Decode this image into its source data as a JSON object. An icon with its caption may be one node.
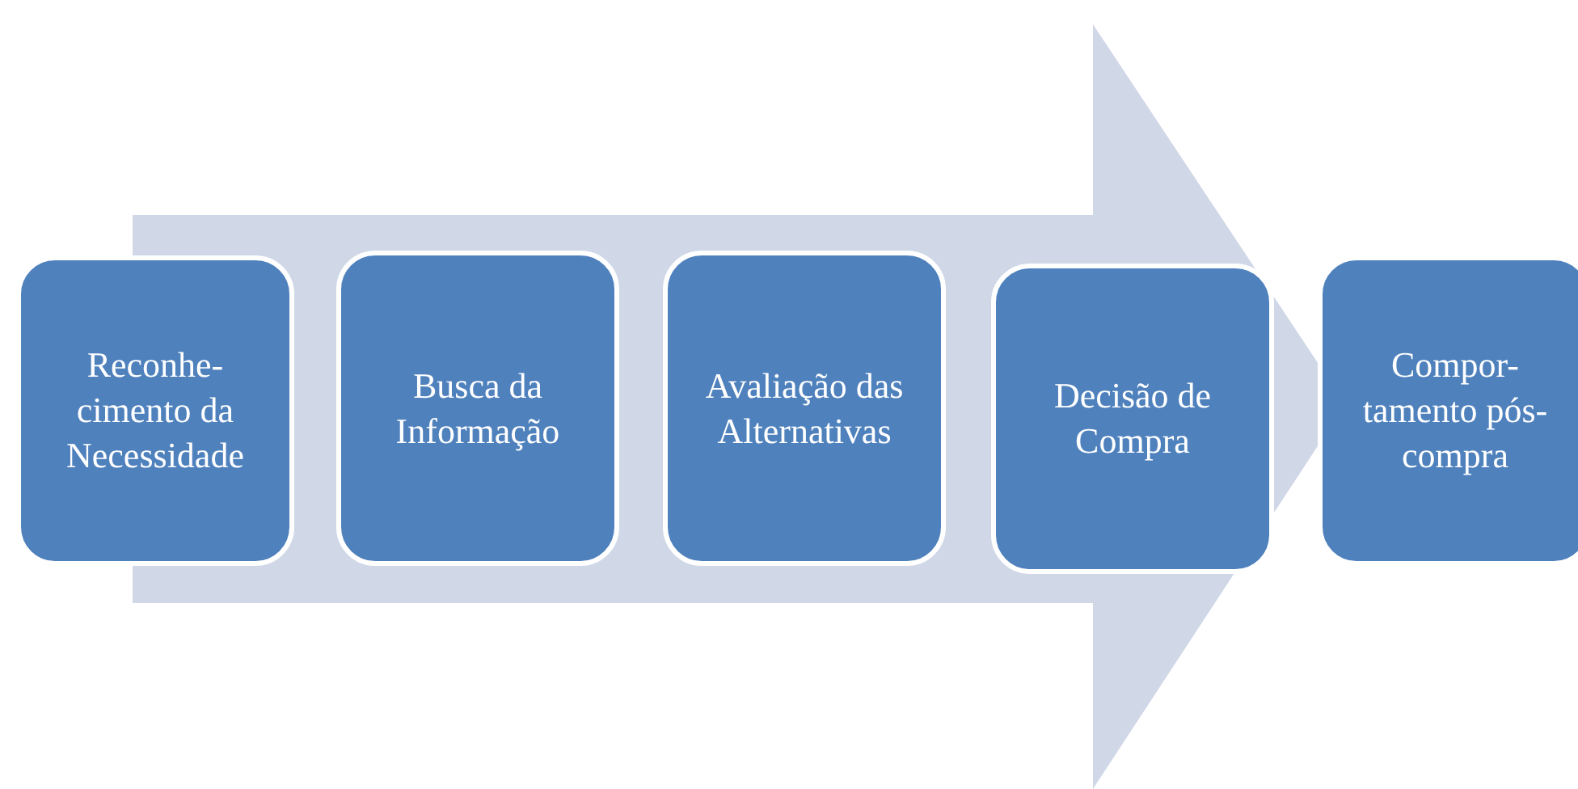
{
  "diagram": {
    "nodes": [
      {
        "text": [
          "Reconhe- cimento da Necessidade"
        ]
      },
      {
        "text": [
          "Busca da Informação"
        ]
      },
      {
        "text": [
          "Avaliação das Alternativas"
        ]
      },
      {
        "text": [
          "Decisão de Compra"
        ]
      },
      {
        "text": [
          "Compor- tamento pós-compra"
        ]
      }
    ],
    "edges": [
      {
        "from": 0,
        "to": 4,
        "arrow": "to",
        "style": "thick",
        "color": "#d0d8e8"
      }
    ]
  }
}
